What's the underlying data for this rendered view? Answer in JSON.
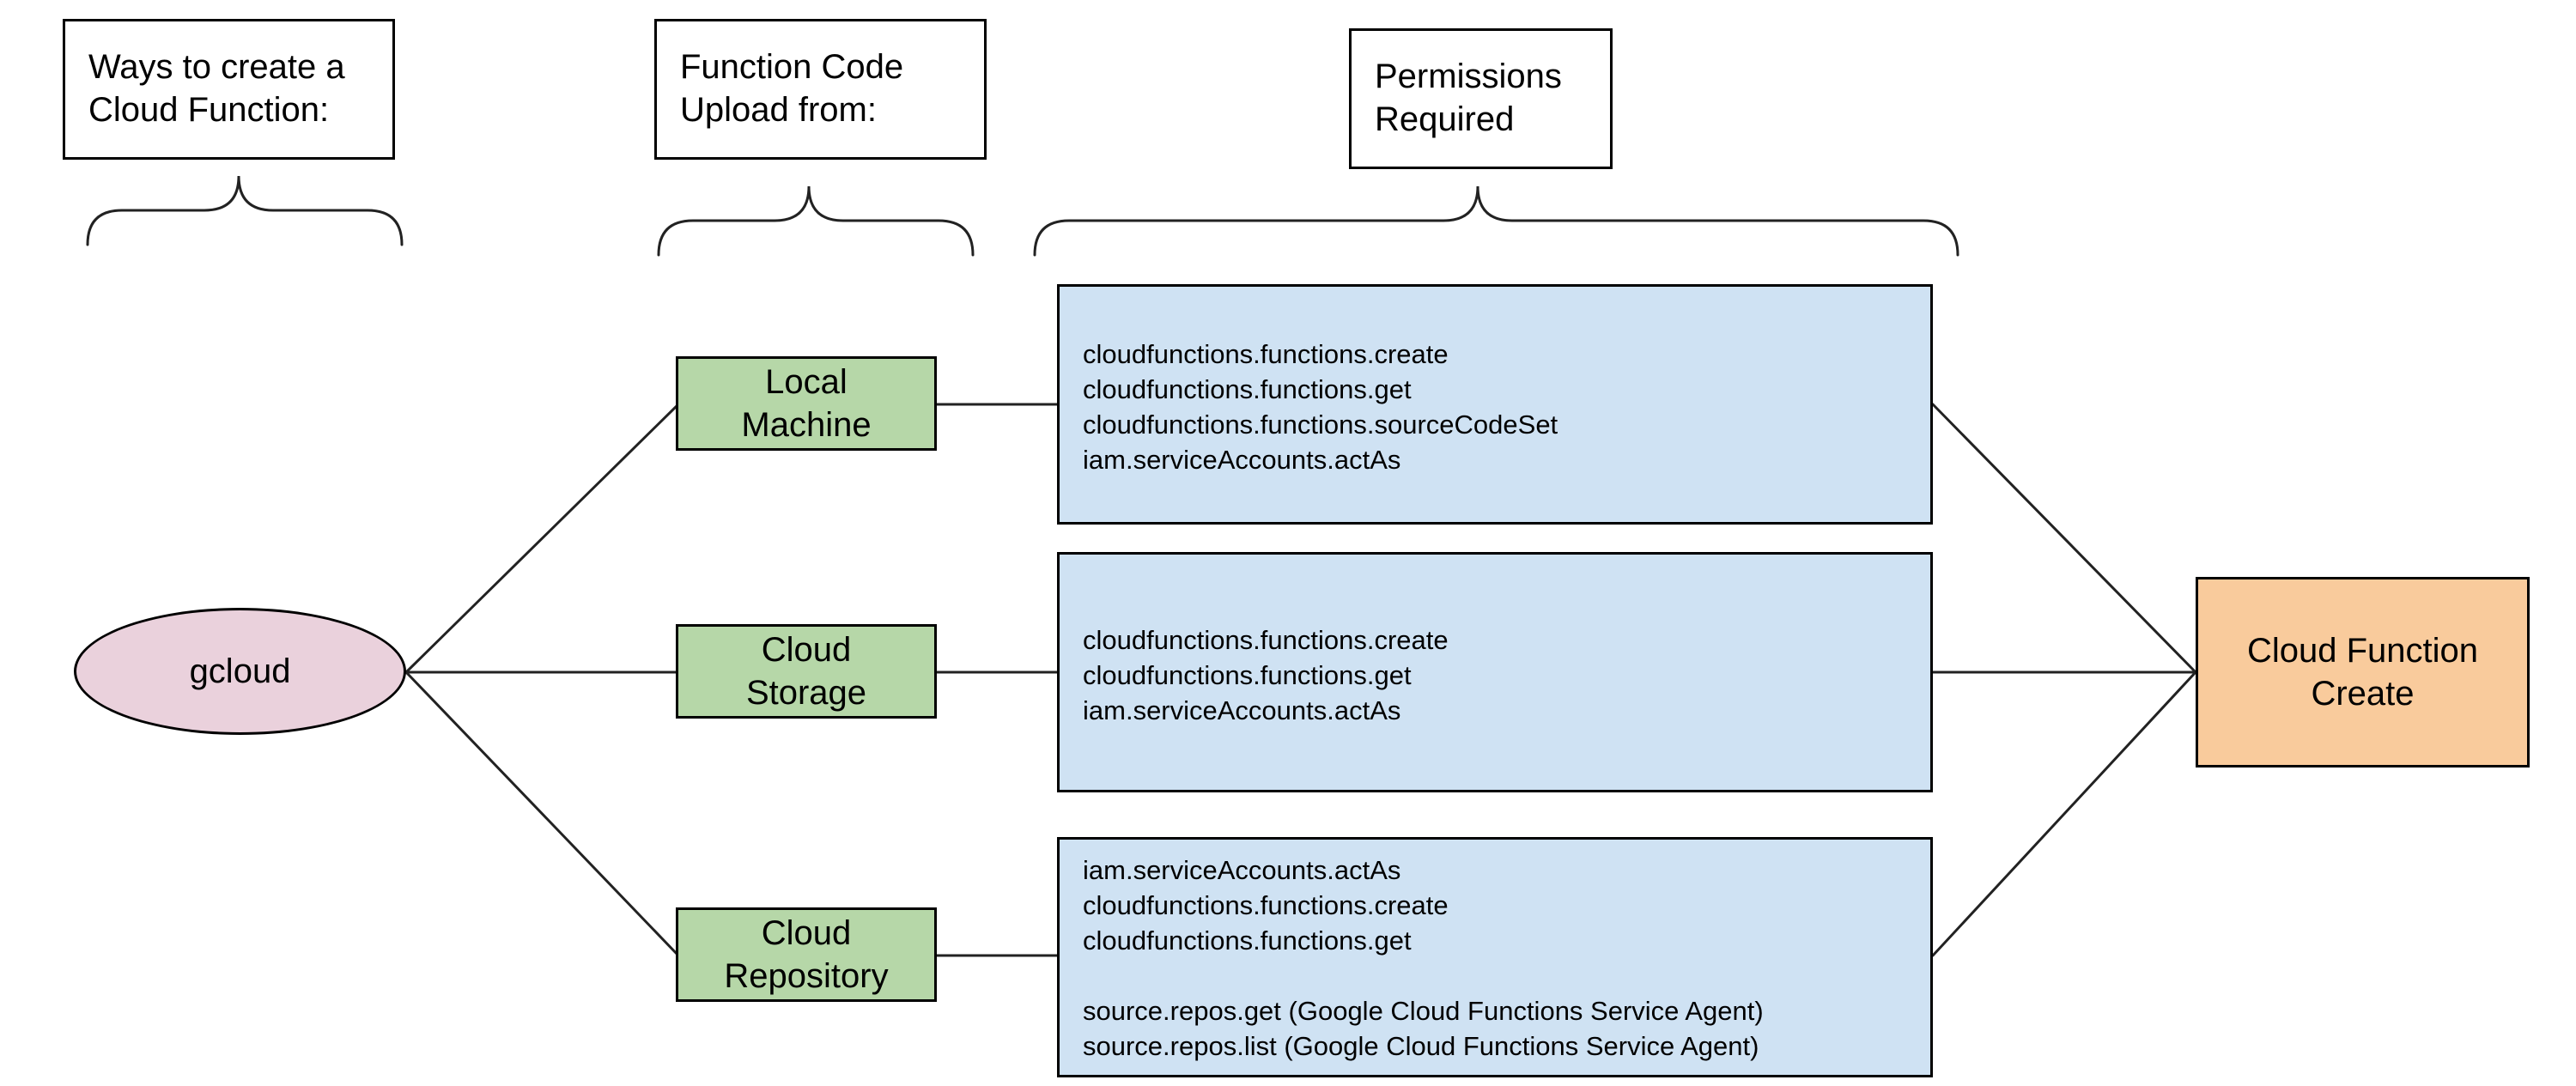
{
  "headers": {
    "ways": [
      "Ways to create a",
      "Cloud Function:"
    ],
    "upload": [
      "Function Code",
      "Upload from:"
    ],
    "permissions": [
      "Permissions",
      "Required"
    ]
  },
  "source": {
    "label": "gcloud"
  },
  "upload_options": [
    {
      "label_lines": [
        "Local",
        "Machine"
      ]
    },
    {
      "label_lines": [
        "Cloud",
        "Storage"
      ]
    },
    {
      "label_lines": [
        "Cloud",
        "Repository"
      ]
    }
  ],
  "permission_sets": [
    {
      "groups": [
        [
          "cloudfunctions.functions.create",
          "cloudfunctions.functions.get",
          "cloudfunctions.functions.sourceCodeSet",
          "iam.serviceAccounts.actAs"
        ]
      ]
    },
    {
      "groups": [
        [
          "cloudfunctions.functions.create",
          "cloudfunctions.functions.get",
          "iam.serviceAccounts.actAs"
        ]
      ]
    },
    {
      "groups": [
        [
          "iam.serviceAccounts.actAs",
          "cloudfunctions.functions.create",
          "cloudfunctions.functions.get"
        ],
        [
          "source.repos.get (Google Cloud Functions Service Agent)",
          "source.repos.list (Google Cloud Functions Service Agent)"
        ]
      ]
    }
  ],
  "target": {
    "label_lines": [
      "Cloud Function",
      "Create"
    ]
  },
  "colors": {
    "source_fill": "#ead1dc",
    "upload_fill": "#b6d7a8",
    "permissions_fill": "#cfe2f3",
    "target_fill": "#f9cb9c",
    "stroke": "#000000"
  }
}
